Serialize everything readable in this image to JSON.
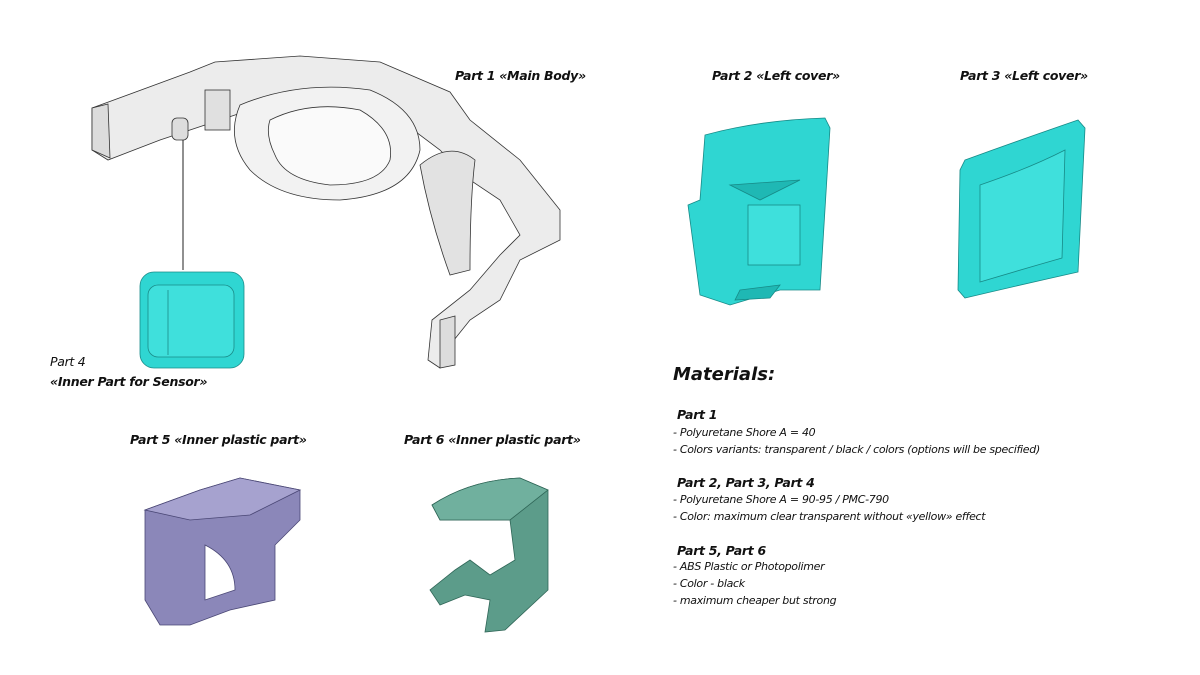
{
  "labels": {
    "part1": "Part 1 «Main Body»",
    "part2": "Part 2 «Left cover»",
    "part3": "Part 3 «Left cover»",
    "part4_line1": "Part 4",
    "part4_line2": "«Inner Part for Sensor»",
    "part5": "Part 5 «Inner plastic part»",
    "part6": "Part 6 «Inner plastic part»"
  },
  "materials": {
    "title": "Materials:",
    "groups": [
      {
        "heading": "Part 1",
        "lines": [
          "- Polyuretane Shore A = 40",
          "- Colors variants: transparent / black / colors (options will be specified)"
        ]
      },
      {
        "heading": "Part 2, Part 3, Part 4",
        "lines": [
          "- Polyuretane Shore A = 90-95 / PMC-790",
          "- Color: maximum clear transparent without «yellow» effect"
        ]
      },
      {
        "heading": "Part 5, Part 6",
        "lines": [
          "- ABS Plastic or Photopolimer",
          "- Color - black",
          "- maximum cheaper but strong"
        ]
      }
    ]
  },
  "colors": {
    "cyan": "#2fd6d2",
    "purple": "#8b87b9",
    "green": "#5c9c8a",
    "gray": "#e6e6e6"
  }
}
